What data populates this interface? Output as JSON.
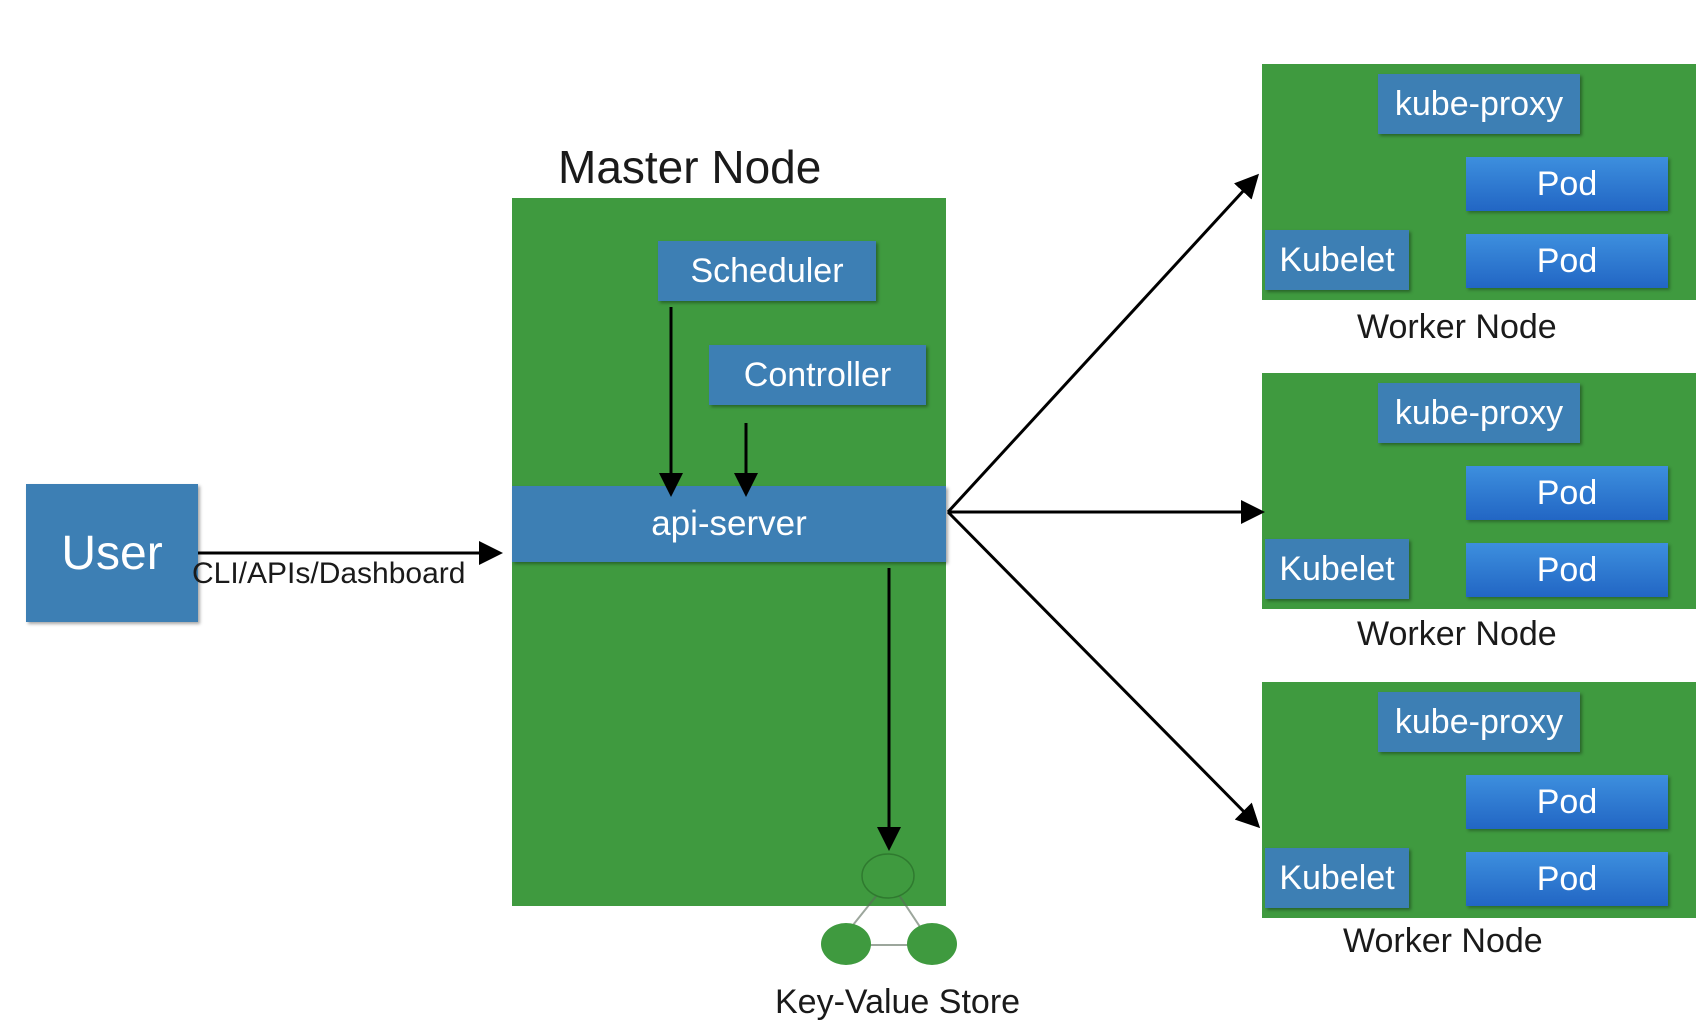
{
  "user": {
    "label": "User"
  },
  "connection": {
    "label": "CLI/APIs/Dashboard"
  },
  "master": {
    "title": "Master Node",
    "scheduler": "Scheduler",
    "controller": "Controller",
    "api_server": "api-server"
  },
  "kv_store": {
    "label": "Key-Value Store"
  },
  "workers": [
    {
      "title": "Worker Node",
      "proxy": "kube-proxy",
      "kubelet": "Kubelet",
      "pods": [
        "Pod",
        "Pod"
      ]
    },
    {
      "title": "Worker Node",
      "proxy": "kube-proxy",
      "kubelet": "Kubelet",
      "pods": [
        "Pod",
        "Pod"
      ]
    },
    {
      "title": "Worker Node",
      "proxy": "kube-proxy",
      "kubelet": "Kubelet",
      "pods": [
        "Pod",
        "Pod"
      ]
    }
  ],
  "colors": {
    "node_green": "#3f9a3f",
    "component_blue": "#3d7fb4",
    "pod_blue": "#2a72d0"
  }
}
